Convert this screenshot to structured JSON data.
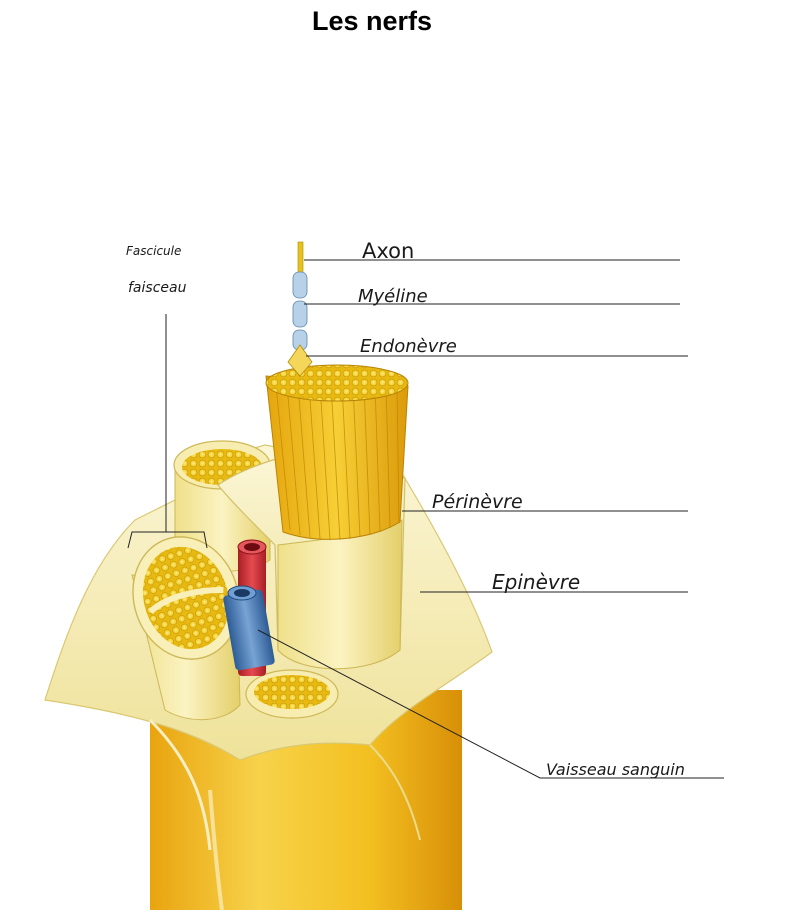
{
  "title": "Les nerfs",
  "labels": {
    "axon": "Axon",
    "myeline": "Myéline",
    "endonevre": "Endonèvre",
    "perinevre": "Périnèvre",
    "epinevre": "Epinèvre",
    "vaisseau": "Vaisseau sanguin",
    "fascicule": "Fascicule",
    "faisceau": "faisceau"
  },
  "colors": {
    "nerve_yellow": "#f2c31c",
    "sheath_cream": "#f6efc0",
    "artery_red": "#d8343a",
    "vein_blue": "#4c7fb8"
  }
}
